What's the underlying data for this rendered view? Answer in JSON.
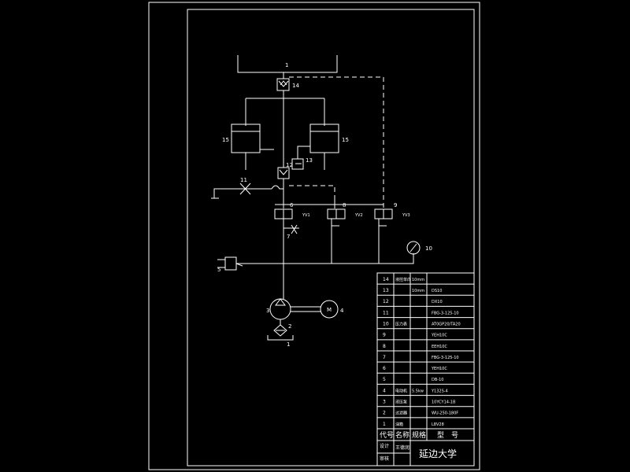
{
  "drawing": {
    "component_labels": {
      "c1_top": "1",
      "c14": "14",
      "c15_left": "15",
      "c15_right": "15",
      "c13": "13",
      "c12": "12",
      "c11": "11",
      "c6": "6",
      "c8": "8",
      "c9": "9",
      "c7": "7",
      "c10": "10",
      "c5": "5",
      "c3": "3",
      "c4": "4",
      "c2": "2",
      "c1_bottom": "1",
      "yv1": "YV1",
      "yv2": "YV2",
      "yv3": "YV3"
    }
  },
  "parts_table": {
    "rows": [
      {
        "no": "14",
        "name": "液控单向",
        "spec": "10mm",
        "model": ""
      },
      {
        "no": "13",
        "name": "",
        "spec": "10mm",
        "model": "DS10"
      },
      {
        "no": "12",
        "name": "",
        "spec": "",
        "model": "DX10"
      },
      {
        "no": "11",
        "name": "",
        "spec": "",
        "model": "FBG-3-125-10"
      },
      {
        "no": "10",
        "name": "压力表",
        "spec": "",
        "model": "AT0GP20/TA20"
      },
      {
        "no": "9",
        "name": "",
        "spec": "",
        "model": "YEH10C"
      },
      {
        "no": "8",
        "name": "",
        "spec": "",
        "model": "EEH10C"
      },
      {
        "no": "7",
        "name": "",
        "spec": "",
        "model": "FBG-3-125-10"
      },
      {
        "no": "6",
        "name": "",
        "spec": "",
        "model": "YEH10C"
      },
      {
        "no": "5",
        "name": "",
        "spec": "",
        "model": "DB-10"
      },
      {
        "no": "4",
        "name": "电动机",
        "spec": "5.5kw",
        "model": "Y132S-4"
      },
      {
        "no": "3",
        "name": "液压泵",
        "spec": "",
        "model": "10YCY14-1B"
      },
      {
        "no": "2",
        "name": "过滤器",
        "spec": "",
        "model": "WU-250-180F"
      },
      {
        "no": "1",
        "name": "油箱",
        "spec": "",
        "model": "L8V28"
      }
    ],
    "header": {
      "code": "代号",
      "name": "名称",
      "spec": "规格",
      "model": "型　号"
    },
    "footer": {
      "role1": "设计",
      "designer": "王德润",
      "role2": "审核",
      "school": "延边大学"
    }
  }
}
